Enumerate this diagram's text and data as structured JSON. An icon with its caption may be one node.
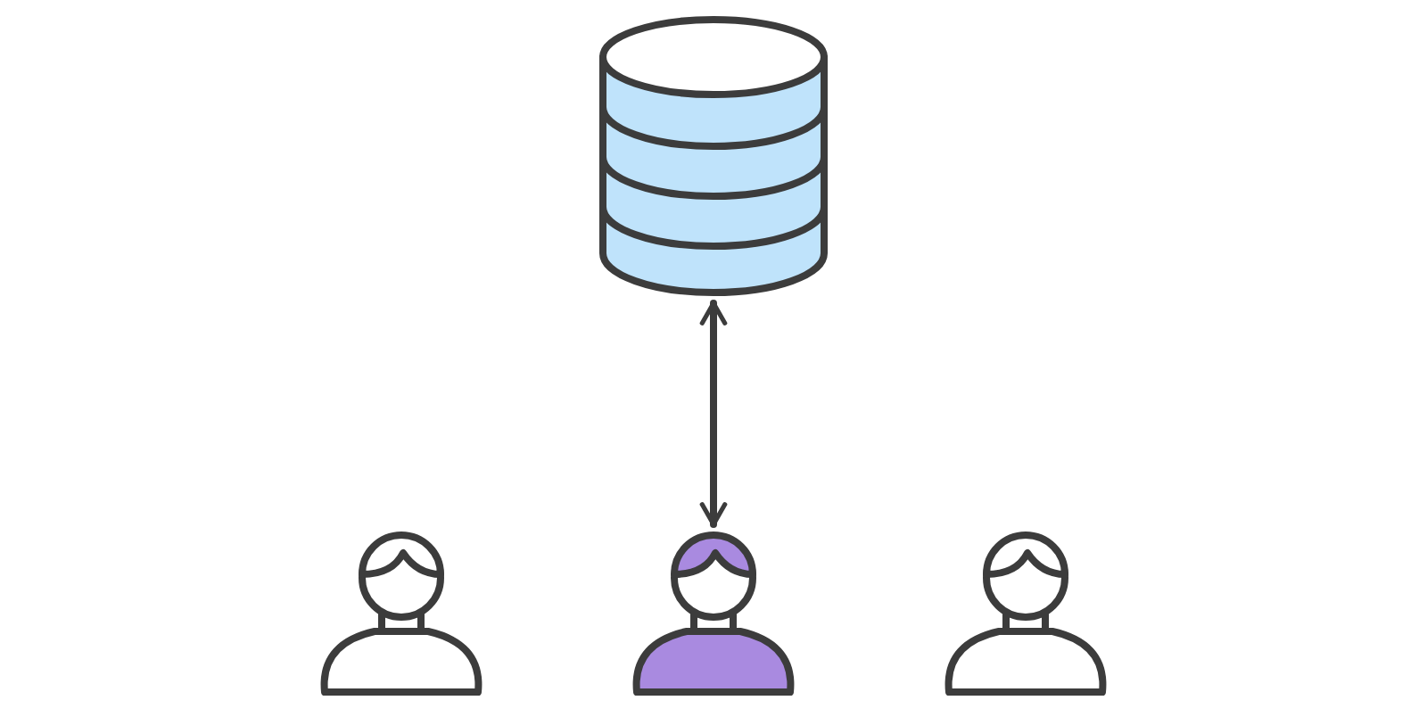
{
  "diagram": {
    "nodes": [
      {
        "text": [],
        "shape": "cylinder"
      },
      {
        "text": [],
        "shape": "person"
      },
      {
        "text": [],
        "shape": "person"
      },
      {
        "text": [],
        "shape": "person"
      }
    ],
    "edges": [
      {
        "from": 0,
        "to": 2,
        "arrow": "both"
      }
    ]
  }
}
